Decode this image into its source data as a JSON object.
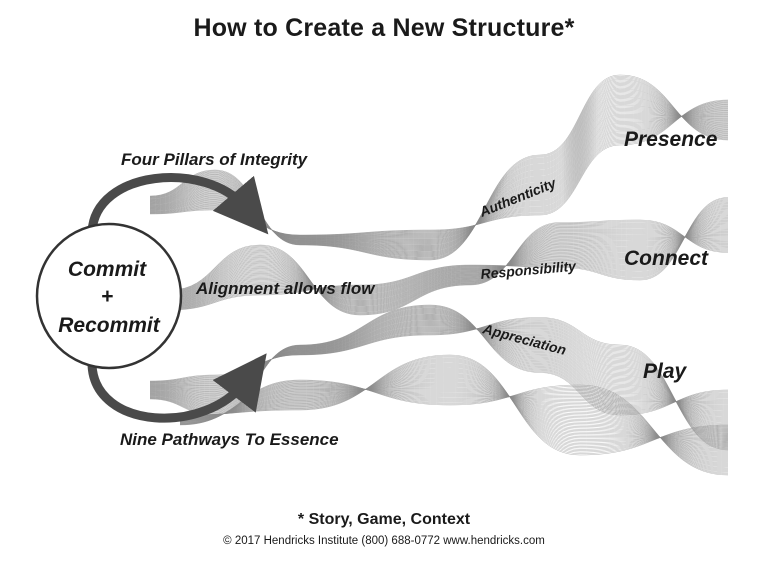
{
  "title": "How to Create a New Structure*",
  "center": {
    "line1": "Commit",
    "line2": "+",
    "line3": "Recommit"
  },
  "arrows": {
    "top": "Four Pillars of Integrity",
    "bottom": "Nine Pathways To Essence"
  },
  "flow_label": "Alignment allows flow",
  "ribbons": [
    {
      "label": "Authenticity",
      "outcome": "Presence"
    },
    {
      "label": "Responsibility",
      "outcome": "Connect"
    },
    {
      "label": "Appreciation",
      "outcome": "Play"
    }
  ],
  "footnote": "* Story, Game, Context",
  "copyright": "© 2017 Hendricks Institute (800) 688-0772 www.hendricks.com",
  "colors": {
    "text": "#1a1a1a",
    "arrow": "#4a4a4a",
    "strand": "#8a8a8a"
  }
}
